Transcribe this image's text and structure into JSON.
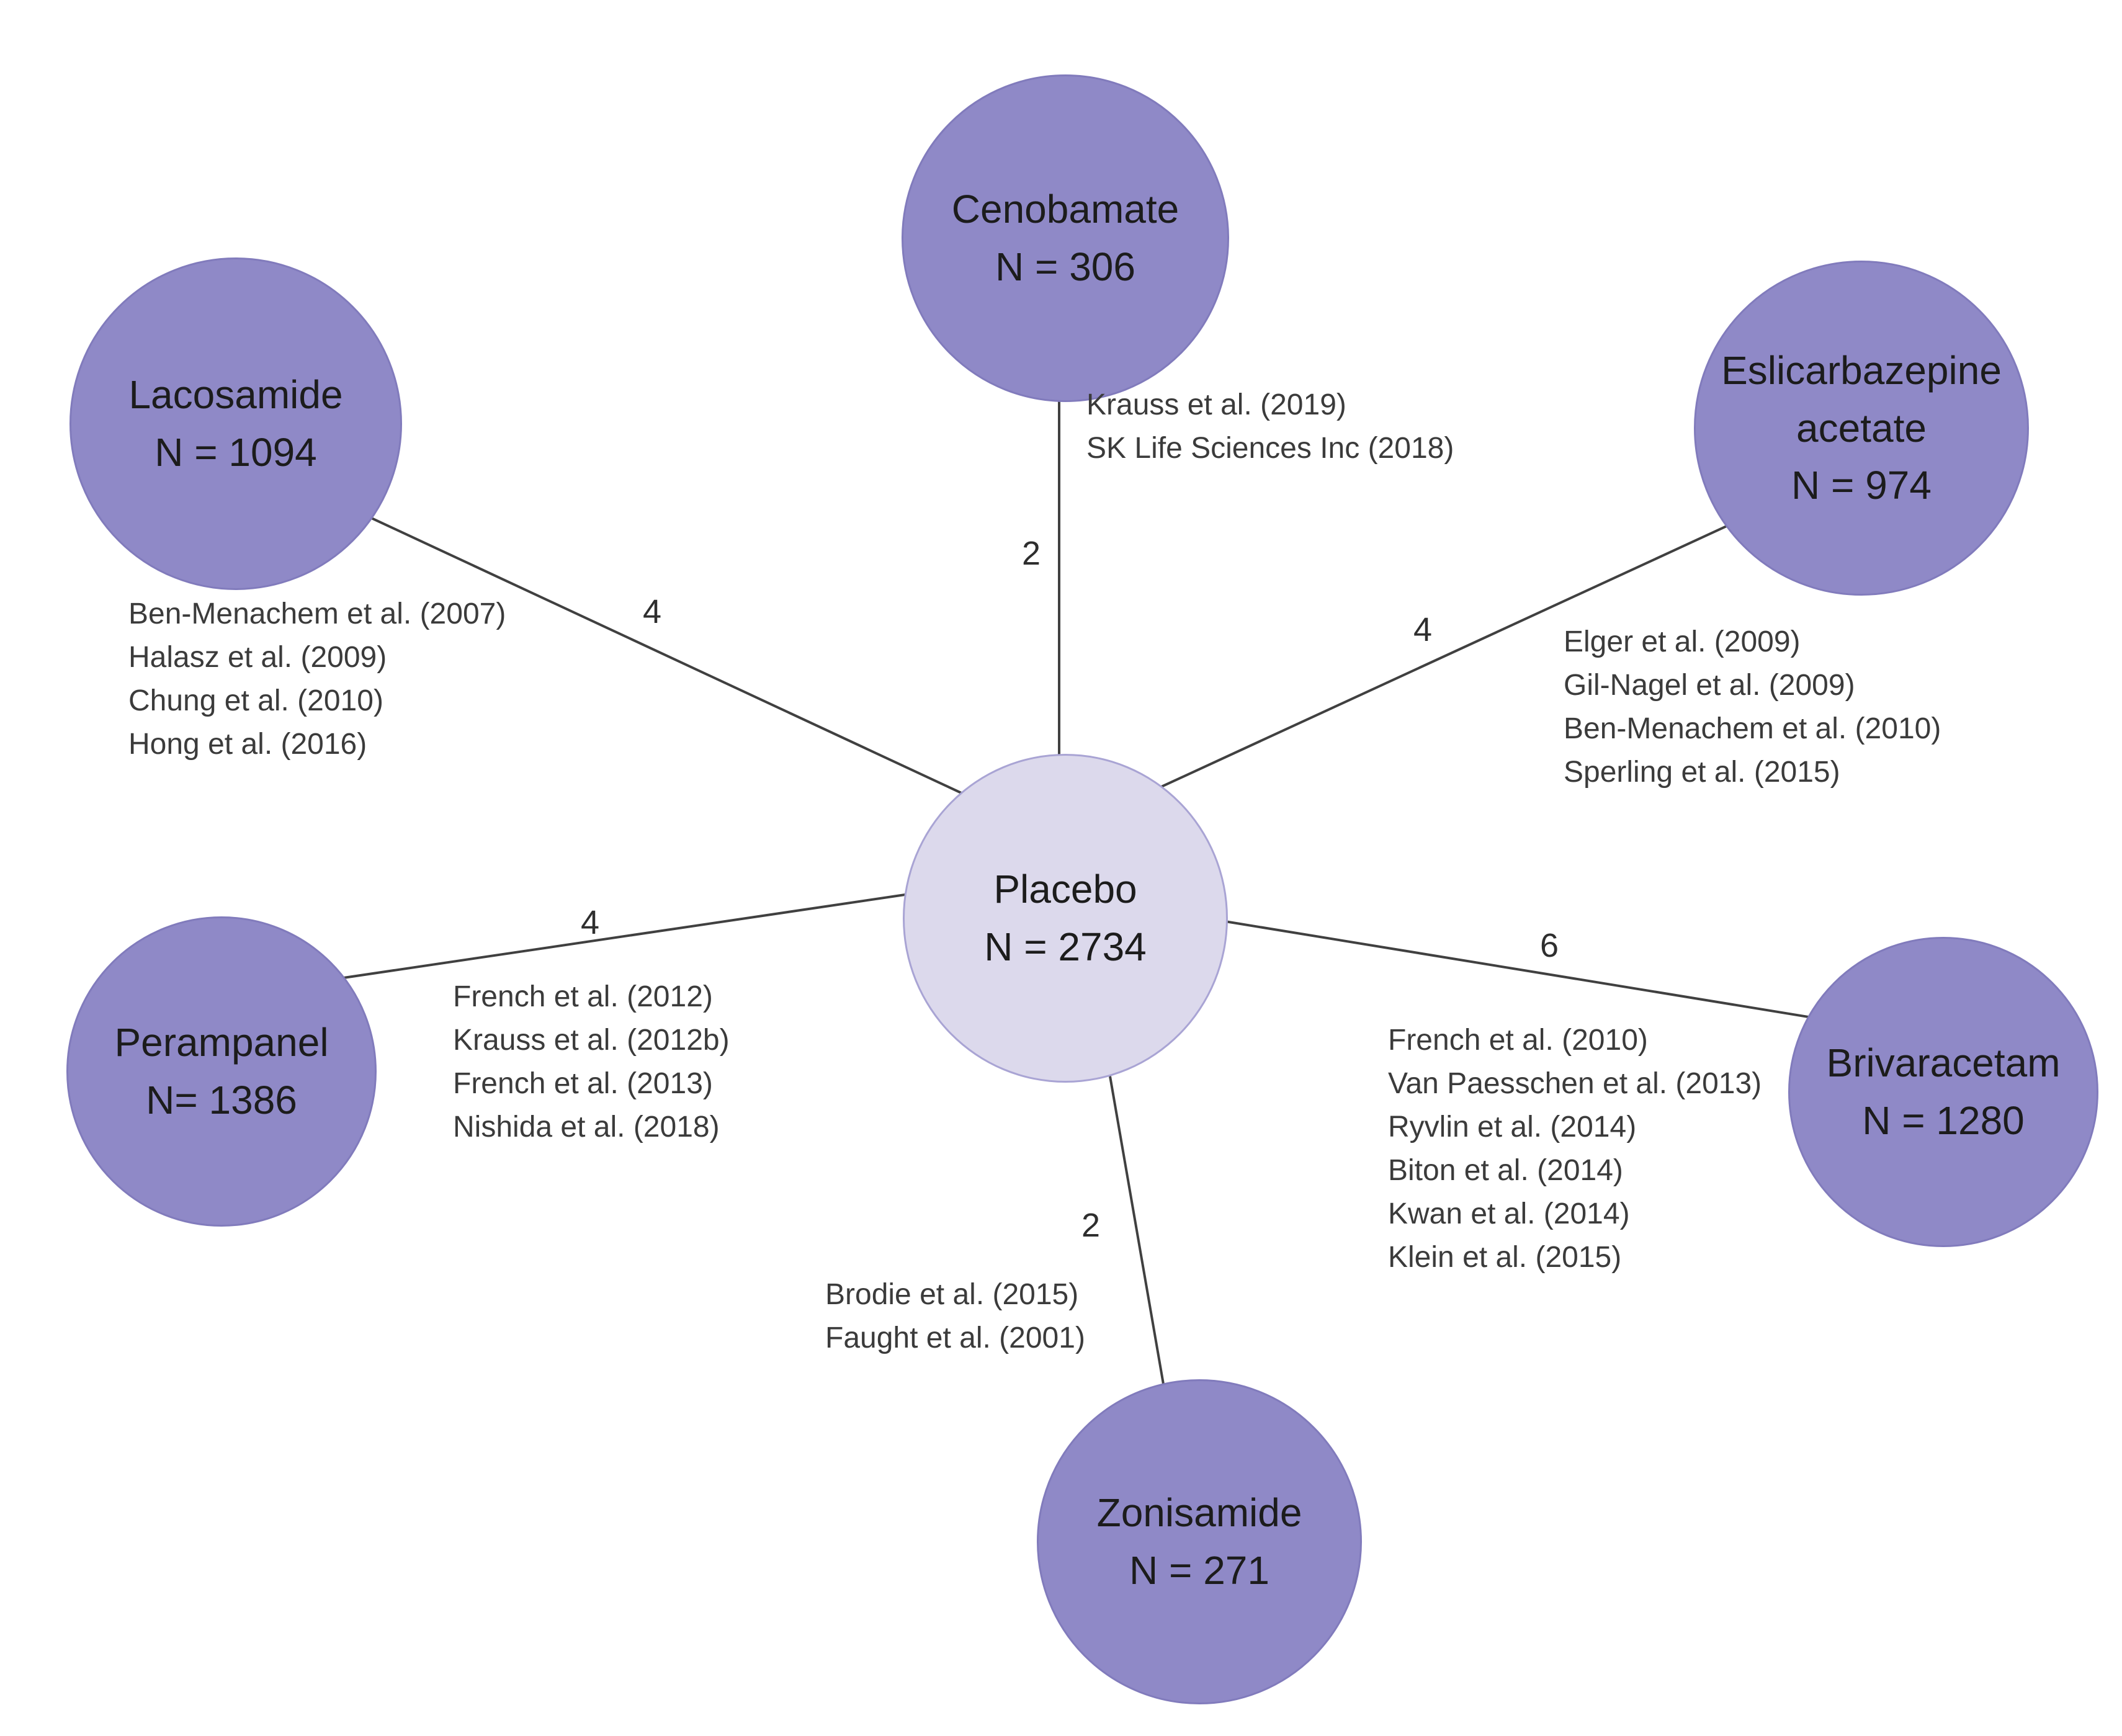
{
  "colors": {
    "node_fill": "#8f89c7",
    "node_border": "#817bbc",
    "center_fill": "#dcd9ec",
    "center_border": "#a9a4d4",
    "edge": "#404040",
    "label_color": "#1c1c1c",
    "study_color": "#3b3b3b",
    "count_color": "#2e2e2e"
  },
  "network": {
    "center_node": {
      "label": "Placebo",
      "n": "N = 2734"
    },
    "nodes": [
      {
        "id": "cenobamate",
        "label": "Cenobamate",
        "n": "N = 306",
        "edge_studies_count": "2",
        "studies": [
          "Krauss et al. (2019)",
          "SK Life Sciences Inc (2018)"
        ]
      },
      {
        "id": "lacosamide",
        "label": "Lacosamide",
        "n": "N = 1094",
        "edge_studies_count": "4",
        "studies": [
          "Ben-Menachem et al. (2007)",
          "Halasz et al. (2009)",
          "Chung et al. (2010)",
          "Hong et al. (2016)"
        ]
      },
      {
        "id": "eslicarbazepine-acetate",
        "label": "Eslicarbazepine",
        "label2": "acetate",
        "n": "N = 974",
        "edge_studies_count": "4",
        "studies": [
          "Elger et al. (2009)",
          "Gil-Nagel et al. (2009)",
          "Ben-Menachem et al. (2010)",
          "Sperling et al. (2015)"
        ]
      },
      {
        "id": "perampanel",
        "label": "Perampanel",
        "n": "N= 1386",
        "edge_studies_count": "4",
        "studies": [
          "French et al. (2012)",
          "Krauss et al. (2012b)",
          "French et al. (2013)",
          "Nishida et al. (2018)"
        ]
      },
      {
        "id": "brivaracetam",
        "label": "Brivaracetam",
        "n": "N = 1280",
        "edge_studies_count": "6",
        "studies": [
          "French et al. (2010)",
          "Van Paesschen et al. (2013)",
          "Ryvlin et al. (2014)",
          "Biton et al. (2014)",
          "Kwan et al. (2014)",
          "Klein et al. (2015)"
        ]
      },
      {
        "id": "zonisamide",
        "label": "Zonisamide",
        "n": "N = 271",
        "edge_studies_count": "2",
        "studies": [
          "Brodie et al. (2015)",
          "Faught et al. (2001)"
        ]
      }
    ]
  }
}
